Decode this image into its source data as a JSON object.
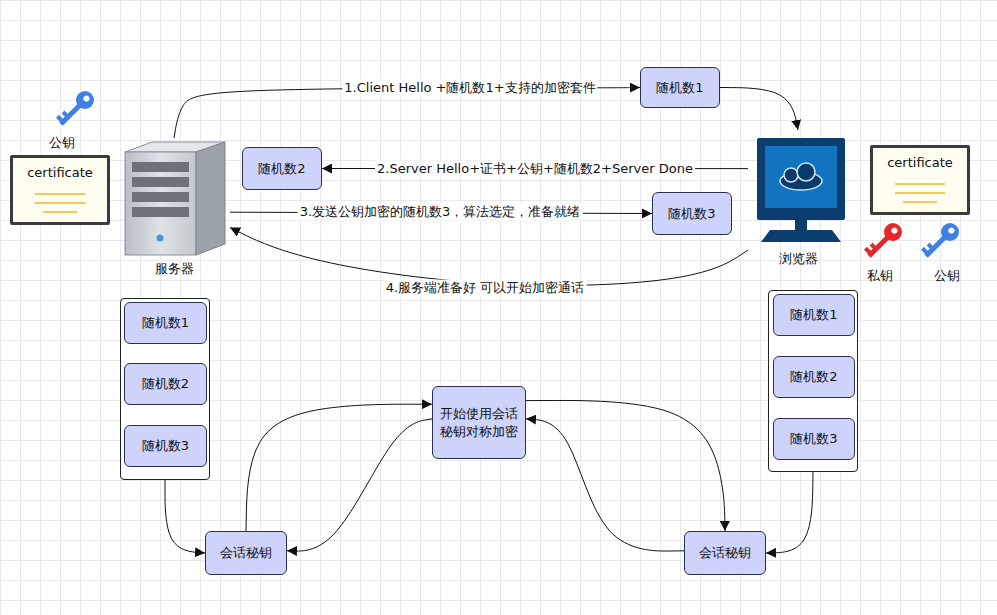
{
  "diagram": {
    "nodes": [
      {
        "text": [
          "随机数1"
        ]
      },
      {
        "text": [
          "服务器"
        ]
      },
      {
        "text": [
          "certificate"
        ]
      },
      {
        "text": [
          "随机数2"
        ]
      },
      {
        "text": [
          "浏览器"
        ]
      },
      {
        "text": [
          "certificate"
        ]
      },
      {
        "text": [
          "随机数3"
        ]
      },
      {
        "text": []
      },
      {
        "text": [
          "随机数1"
        ],
        "in": 7
      },
      {
        "text": [
          "随机数2"
        ],
        "in": 7
      },
      {
        "text": [
          "随机数3"
        ],
        "in": 7
      },
      {
        "text": []
      },
      {
        "text": [
          "随机数1"
        ],
        "in": 11
      },
      {
        "text": [
          "随机数2"
        ],
        "in": 11
      },
      {
        "text": [
          "随机数3"
        ],
        "in": 11
      },
      {
        "text": [
          "开始使用会话秘钥对称加密"
        ]
      },
      {
        "text": [
          "会话秘钥"
        ]
      },
      {
        "text": [
          "会话秘钥"
        ]
      }
    ],
    "edges": [
      {
        "from": 1,
        "to": 0,
        "label": "1.Client Hello +随机数1+支持的加密套件",
        "arrow": "to"
      },
      {
        "from": 0,
        "to": 4,
        "arrow": "to"
      },
      {
        "from": 4,
        "to": 3,
        "label": "2.Server Hello+证书+公钥+随机数2+Server Done",
        "arrow": "to"
      },
      {
        "from": 1,
        "to": 6,
        "label": "3.发送公钥加密的随机数3，算法选定，准备就绪",
        "arrow": "to"
      },
      {
        "from": 4,
        "to": 1,
        "label": "4.服务端准备好 可以开始加密通话",
        "arrow": "to"
      },
      {
        "from": 7,
        "to": 16,
        "arrow": "to"
      },
      {
        "from": 16,
        "to": 15,
        "arrow": "to"
      },
      {
        "from": 15,
        "to": 16,
        "arrow": "to"
      },
      {
        "from": 17,
        "to": 15,
        "arrow": "to"
      },
      {
        "from": 15,
        "to": 17,
        "arrow": "to"
      },
      {
        "from": 11,
        "to": 17,
        "arrow": "to"
      }
    ],
    "labels": [
      "公钥",
      "私钥",
      "公钥"
    ]
  }
}
